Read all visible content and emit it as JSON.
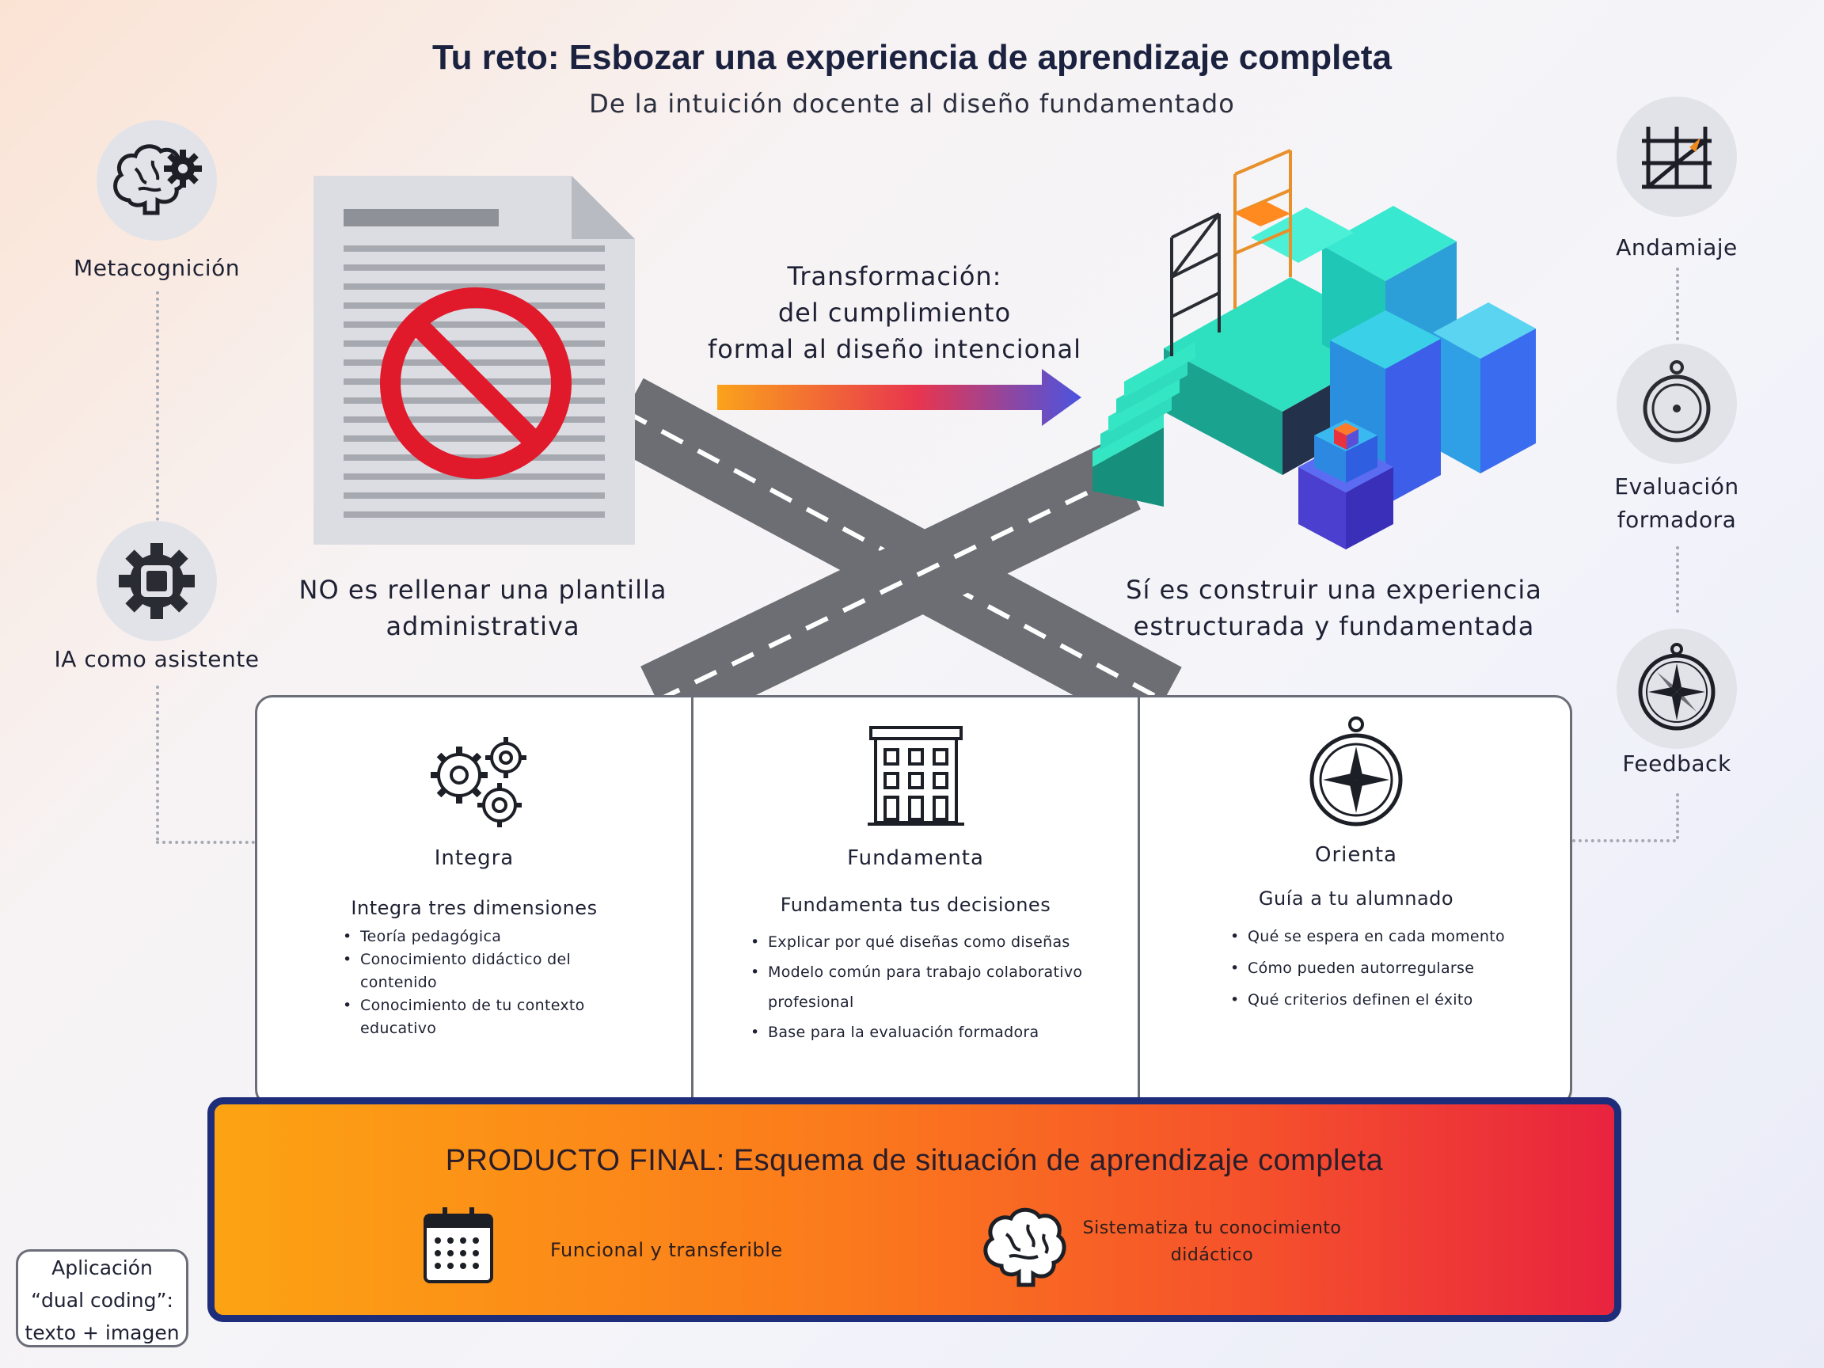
{
  "header": {
    "title": "Tu reto: Esbozar una experiencia de aprendizaje completa",
    "subtitle": "De la intuición docente al diseño fundamentado"
  },
  "left_rail": {
    "items": [
      {
        "label": "Metacognición",
        "icon": "brain-gear-icon"
      },
      {
        "label": "IA como asistente",
        "icon": "chip-gear-icon"
      }
    ]
  },
  "right_rail": {
    "items": [
      {
        "label": "Andamiaje",
        "icon": "scaffold-icon"
      },
      {
        "label_line1": "Evaluación",
        "label_line2": "formadora",
        "icon": "pendant-icon"
      },
      {
        "label": "Feedback",
        "icon": "compass-rose-icon"
      }
    ]
  },
  "transformation": {
    "line1": "Transformación:",
    "line2": "del cumplimiento",
    "line3": "formal al diseño intencional"
  },
  "left_caption": {
    "line1": "NO es rellenar una plantilla",
    "line2": "administrativa"
  },
  "right_caption": {
    "line1": "Sí es construir una experiencia",
    "line2": "estructurada y fundamentada"
  },
  "columns": [
    {
      "heading": "Integra",
      "sub": "Integra tres dimensiones",
      "bullets": [
        "Teoría pedagógica",
        "Conocimiento didáctico del contenido",
        "Conocimiento de tu contexto educativo"
      ],
      "icon": "gears-icon"
    },
    {
      "heading": "Fundamenta",
      "sub": "Fundamenta tus decisiones",
      "bullets": [
        "Explicar por qué diseñas como diseñas",
        "Modelo común para trabajo colaborativo profesional",
        "Base para la evaluación formadora"
      ],
      "icon": "building-icon"
    },
    {
      "heading": "Orienta",
      "sub": "Guía a tu alumnado",
      "bullets": [
        "Qué se espera en cada momento",
        "Cómo pueden autorregularse",
        "Qué criterios definen el éxito"
      ],
      "icon": "compass-icon"
    }
  ],
  "final_product": {
    "title": "PRODUCTO FINAL: Esquema de situación de aprendizaje completa",
    "item1": "Funcional y transferible",
    "item2_line1": "Sistematiza tu conocimiento",
    "item2_line2": "didáctico"
  },
  "dual_coding": {
    "line1": "Aplicación",
    "line2": "“dual coding”:",
    "line3": "texto + imagen"
  },
  "colors": {
    "road": "#6c6e74",
    "prohibition": "#e0192b",
    "arrow_start": "#fba21b",
    "arrow_mid": "#e8354e",
    "arrow_end": "#4a54e0",
    "final_border": "#1d2d7a",
    "teal": "#2fe0c0",
    "blue": "#3a6cf0"
  }
}
